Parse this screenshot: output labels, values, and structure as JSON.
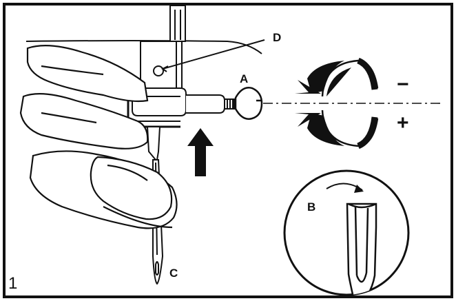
{
  "figure": {
    "number": "1",
    "labels": {
      "a": "A",
      "b": "B",
      "c": "C",
      "d": "D"
    },
    "signs": {
      "minus": "−",
      "plus": "+"
    }
  }
}
